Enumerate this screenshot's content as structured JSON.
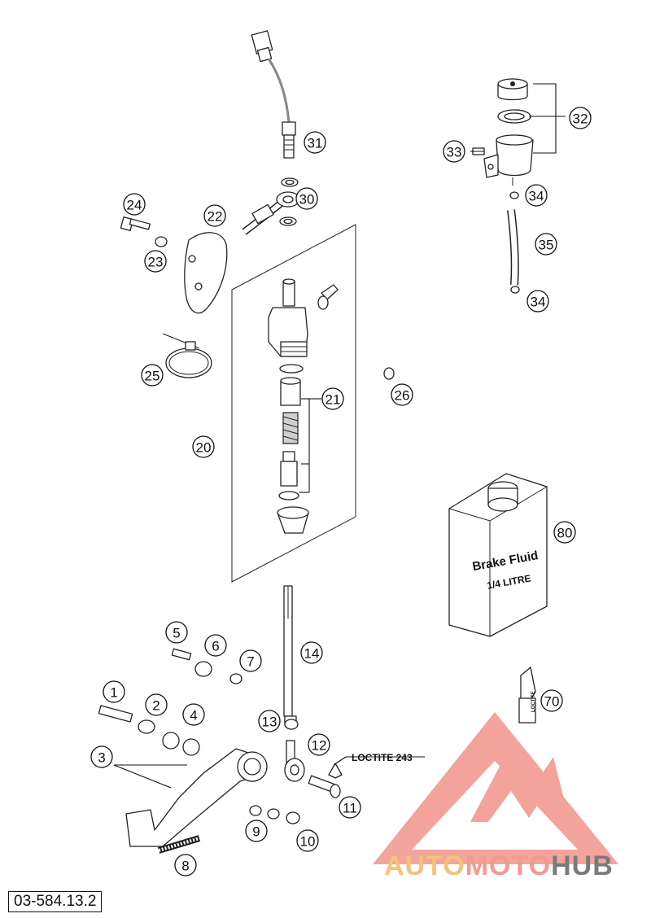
{
  "diagram": {
    "document_id": "03-584.13.2",
    "note_label": "LOCTITE 243",
    "brake_fluid_can": {
      "line1": "Brake Fluid",
      "line2": "1/4 LITRE"
    },
    "loctite_tube_text": "LOCTITE",
    "callouts": [
      "1",
      "2",
      "3",
      "4",
      "5",
      "6",
      "7",
      "8",
      "9",
      "10",
      "11",
      "12",
      "13",
      "14",
      "20",
      "21",
      "22",
      "23",
      "24",
      "25",
      "26",
      "30",
      "31",
      "32",
      "33",
      "34",
      "34",
      "35",
      "70",
      "80"
    ]
  },
  "watermark": {
    "brand_part1": "AUTO",
    "brand_part2": "MOTO",
    "brand_part3": "HUB",
    "colors": {
      "triangle": "#f29a92",
      "auto": "#f5c27a",
      "moto": "#f29a92",
      "hub": "#7a7a7a"
    }
  }
}
